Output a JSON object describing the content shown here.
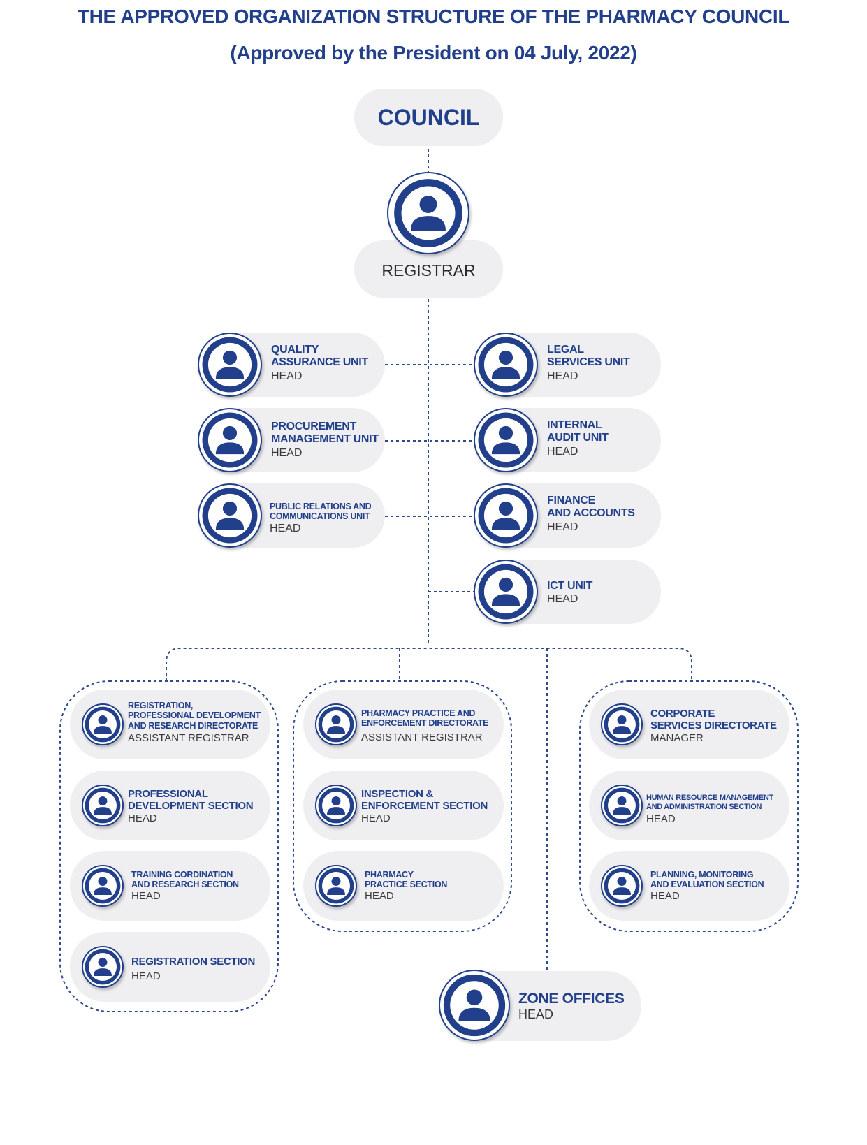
{
  "title": "THE APPROVED ORGANIZATION STRUCTURE OF THE PHARMACY COUNCIL",
  "subtitle": "(Approved by the President on 04 July, 2022)",
  "council": "COUNCIL",
  "registrar": "REGISTRAR",
  "units_left": [
    {
      "lines": [
        "QUALITY",
        "ASSURANCE UNIT"
      ],
      "role": "HEAD"
    },
    {
      "lines": [
        "PROCUREMENT",
        "MANAGEMENT UNIT"
      ],
      "role": "HEAD"
    },
    {
      "lines": [
        "PUBLIC RELATIONS AND",
        "COMMUNICATIONS UNIT"
      ],
      "role": "HEAD"
    }
  ],
  "units_right": [
    {
      "lines": [
        "LEGAL",
        "SERVICES UNIT"
      ],
      "role": "HEAD"
    },
    {
      "lines": [
        "INTERNAL",
        "AUDIT UNIT"
      ],
      "role": "HEAD"
    },
    {
      "lines": [
        "FINANCE",
        "AND ACCOUNTS"
      ],
      "role": "HEAD"
    },
    {
      "lines": [
        "ICT UNIT"
      ],
      "role": "HEAD"
    }
  ],
  "directorate_1": [
    {
      "lines": [
        "REGISTRATION,",
        "PROFESSIONAL DEVELOPMENT",
        "AND RESEARCH DIRECTORATE"
      ],
      "role": "ASSISTANT REGISTRAR"
    },
    {
      "lines": [
        "PROFESSIONAL",
        "DEVELOPMENT SECTION"
      ],
      "role": "HEAD"
    },
    {
      "lines": [
        "TRAINING CORDINATION",
        "AND RESEARCH SECTION"
      ],
      "role": "HEAD"
    },
    {
      "lines": [
        "REGISTRATION SECTION"
      ],
      "role": "HEAD"
    }
  ],
  "directorate_2": [
    {
      "lines": [
        "PHARMACY PRACTICE AND",
        "ENFORCEMENT DIRECTORATE"
      ],
      "role": "ASSISTANT REGISTRAR"
    },
    {
      "lines": [
        "INSPECTION &",
        "ENFORCEMENT SECTION"
      ],
      "role": "HEAD"
    },
    {
      "lines": [
        "PHARMACY",
        "PRACTICE SECTION"
      ],
      "role": "HEAD"
    }
  ],
  "directorate_3": [
    {
      "lines": [
        "CORPORATE",
        "SERVICES DIRECTORATE"
      ],
      "role": "MANAGER"
    },
    {
      "lines": [
        "HUMAN RESOURCE MANAGEMENT",
        "AND ADMINISTRATION SECTION"
      ],
      "role": "HEAD"
    },
    {
      "lines": [
        "PLANNING, MONITORING",
        "AND EVALUATION SECTION"
      ],
      "role": "HEAD"
    }
  ],
  "zone_offices": {
    "lines": [
      "ZONE OFFICES"
    ],
    "role": "HEAD"
  },
  "colors": {
    "primary": "#213f8a",
    "pill": "#efeff2",
    "line": "#2f4a8a"
  },
  "icon": "person-avatar-icon"
}
